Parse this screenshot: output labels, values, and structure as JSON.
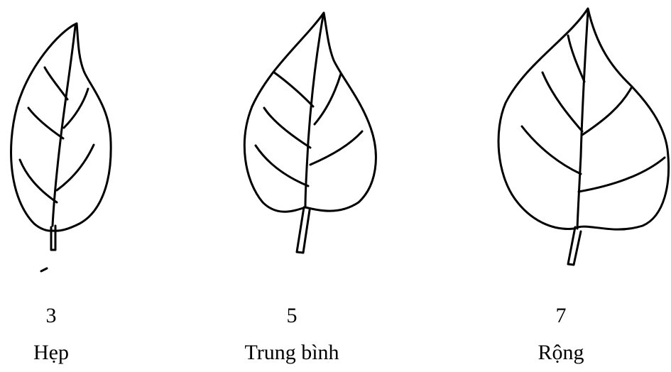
{
  "leaves": [
    {
      "score": "3",
      "name": "Hẹp"
    },
    {
      "score": "5",
      "name": "Trung bình"
    },
    {
      "score": "7",
      "name": "Rộng"
    }
  ],
  "colors": {
    "line": "#000000",
    "background": "#ffffff"
  }
}
